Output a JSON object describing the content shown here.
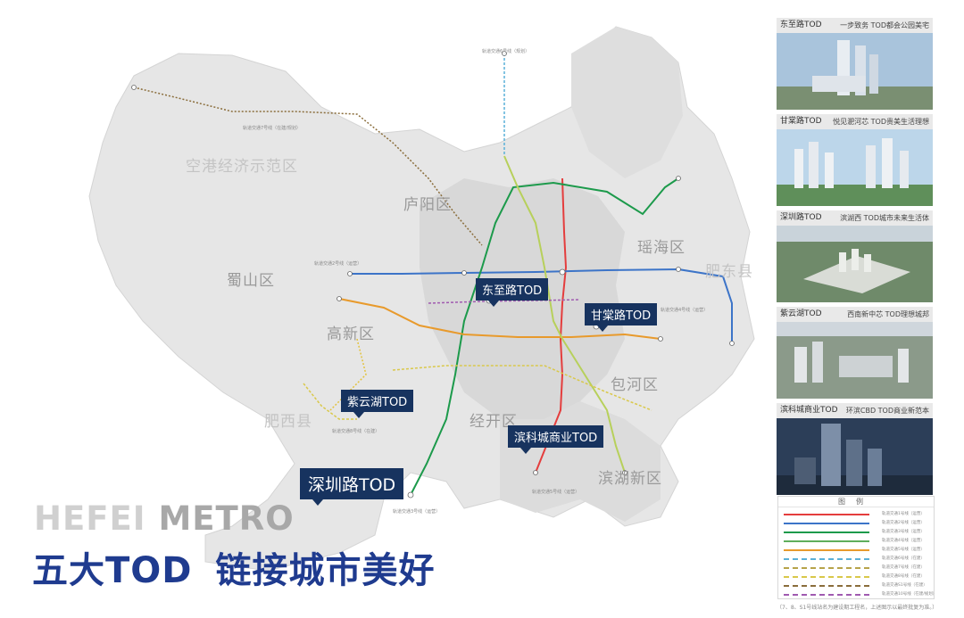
{
  "title": {
    "brand_main": "HEFEI ",
    "brand_alt": "METRO",
    "headline_part1": "五大TOD",
    "headline_part2": "链接城市美好"
  },
  "districts": [
    {
      "name": "空港经济示范区",
      "light": true
    },
    {
      "name": "庐阳区",
      "light": false
    },
    {
      "name": "瑶海区",
      "light": false
    },
    {
      "name": "蜀山区",
      "light": false
    },
    {
      "name": "肥东县",
      "light": true
    },
    {
      "name": "高新区",
      "light": false
    },
    {
      "name": "包河区",
      "light": false
    },
    {
      "name": "肥西县",
      "light": true
    },
    {
      "name": "经开区",
      "light": false
    },
    {
      "name": "滨湖新区",
      "light": false
    }
  ],
  "tod_callouts": [
    {
      "name": "东至路TOD",
      "big": false
    },
    {
      "name": "甘棠路TOD",
      "big": false
    },
    {
      "name": "紫云湖TOD",
      "big": false
    },
    {
      "name": "滨科城商业TOD",
      "big": false
    },
    {
      "name": "深圳路TOD",
      "big": true
    }
  ],
  "line_notes": [
    "轨道交通2号线（运营）",
    "轨道交通3号线（运营）",
    "轨道交通4号线（运营）",
    "轨道交通5号线（运营）",
    "轨道交通6号线（规划）",
    "轨道交通7号线（在建/规划）",
    "轨道交通8号线（在建）"
  ],
  "panel_cards": [
    {
      "name": "东至路TOD",
      "tagline": "一步致务 TOD都会公园美宅",
      "palette": "tower"
    },
    {
      "name": "甘棠路TOD",
      "tagline": "悦见淝河芯 TOD贵美生活理想",
      "palette": "sky"
    },
    {
      "name": "深圳路TOD",
      "tagline": "滨湖西 TOD城市未来生活体",
      "palette": "aerial"
    },
    {
      "name": "紫云湖TOD",
      "tagline": "西南新中芯 TOD理想城邦",
      "palette": "aerial2"
    },
    {
      "name": "滨科城商业TOD",
      "tagline": "环滨CBD TOD商业新范本",
      "palette": "night"
    }
  ],
  "legend": {
    "title": "图例",
    "rows": [
      {
        "label": "轨道交通1号线（运营）",
        "color": "#e43d3d",
        "dash": false
      },
      {
        "label": "轨道交通2号线（运营）",
        "color": "#3c74c8",
        "dash": false
      },
      {
        "label": "轨道交通3号线（运营）",
        "color": "#1c9a4b",
        "dash": false
      },
      {
        "label": "轨道交通4号线（运营）",
        "color": "#5fae5c",
        "dash": false
      },
      {
        "label": "轨道交通5号线（运营）",
        "color": "#e89a2c",
        "dash": false
      },
      {
        "label": "轨道交通6号线（在建）",
        "color": "#5ab0d8",
        "dash": true
      },
      {
        "label": "轨道交通7号线（在建）",
        "color": "#b7a34a",
        "dash": true
      },
      {
        "label": "轨道交通8号线（在建）",
        "color": "#d9c84a",
        "dash": true
      },
      {
        "label": "轨道交通S1号线（在建）",
        "color": "#8a6d3b",
        "dash": true
      },
      {
        "label": "轨道交通10号线（在建/规划）",
        "color": "#a05ab0",
        "dash": true
      }
    ]
  },
  "footnote": "（7、8、S1号线站名为建设期工程名，上述图示以最终批复为准。）",
  "colors": {
    "territory": "#e6e6e6",
    "territory_dark": "#dadada",
    "callout": "#17335f",
    "headline": "#1f3b8f"
  }
}
